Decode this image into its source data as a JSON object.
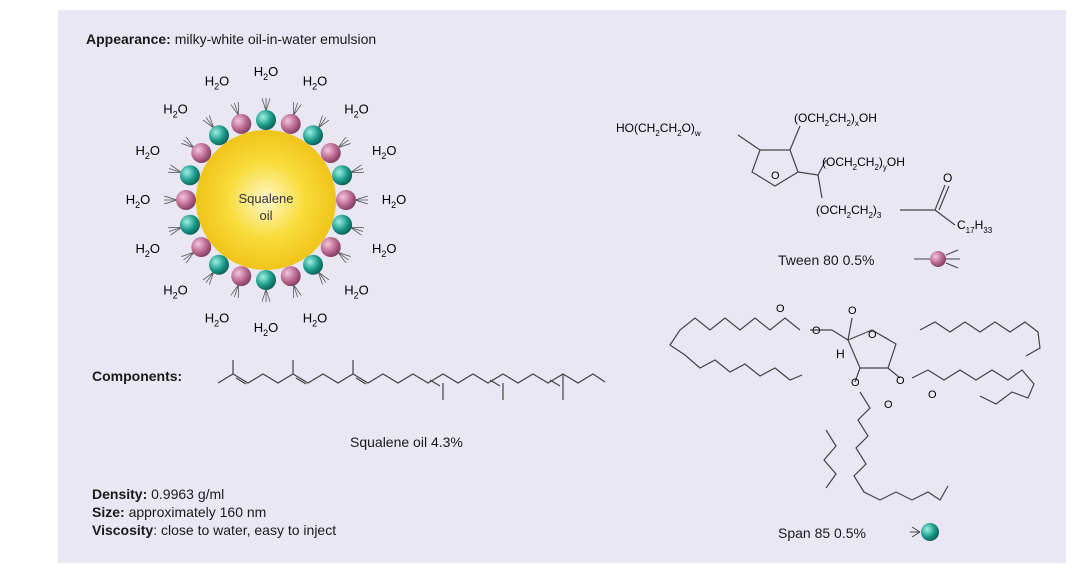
{
  "appearance": {
    "label": "Appearance:",
    "value": "milky-white oil-in-water emulsion"
  },
  "droplet": {
    "core_label_line1": "Squalene",
    "core_label_line2": "oil",
    "water_label": "H",
    "water_sub": "2",
    "water_o": "O"
  },
  "components": {
    "label": "Components:",
    "squalene_caption": "Squalene oil 4.3%"
  },
  "tween": {
    "caption": "Tween 80 0.5%",
    "formula_left": "HO(CH",
    "chain_x": "(OCH",
    "chain_y": "(OCH",
    "chain_3": "(OCH",
    "tail_c": "C",
    "tail_h": "H",
    "sub_w": "w",
    "sub_x": "x",
    "sub_y": "y",
    "sub_3": "3",
    "sub_2": "2",
    "sub_17": "17",
    "sub_33": "33",
    "oh": "OH",
    "o_atom": "O"
  },
  "span": {
    "caption": "Span 85 0.5%",
    "h_atom": "H",
    "o_atom": "O"
  },
  "properties": {
    "density_label": "Density:",
    "density_value": "0.9963 g/ml",
    "size_label": "Size:",
    "size_value": "approximately 160 nm",
    "viscosity_label": "Viscosity",
    "viscosity_value": ": close to water, easy to inject"
  },
  "colors": {
    "panel": "#e9e7f3",
    "tween_bead": "#b9668f",
    "span_bead": "#1a9a8a",
    "oil_core": "#f6d21a"
  }
}
